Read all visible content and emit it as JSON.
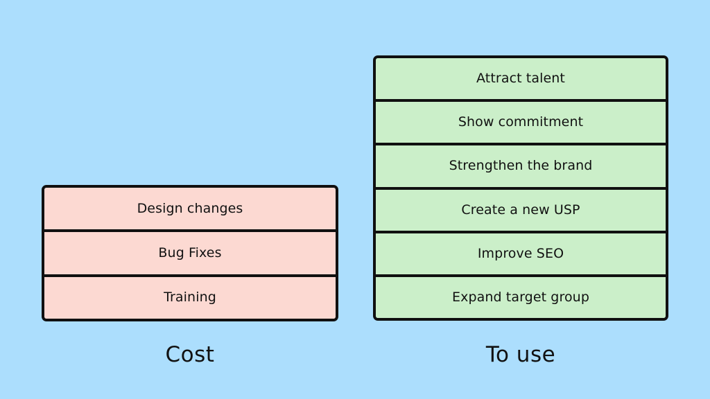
{
  "colors": {
    "background": "#ACDEFD",
    "outline": "#101010",
    "cost_fill": "#FCD9D2",
    "to_use_fill": "#CBEFC9",
    "text": "#111111"
  },
  "cost": {
    "caption": "Cost",
    "items": [
      {
        "label": "Design changes"
      },
      {
        "label": "Bug Fixes"
      },
      {
        "label": "Training"
      }
    ]
  },
  "to_use": {
    "caption": "To use",
    "items": [
      {
        "label": "Attract talent"
      },
      {
        "label": "Show commitment"
      },
      {
        "label": "Strengthen the brand"
      },
      {
        "label": "Create a new USP"
      },
      {
        "label": "Improve SEO"
      },
      {
        "label": "Expand target group"
      }
    ]
  }
}
